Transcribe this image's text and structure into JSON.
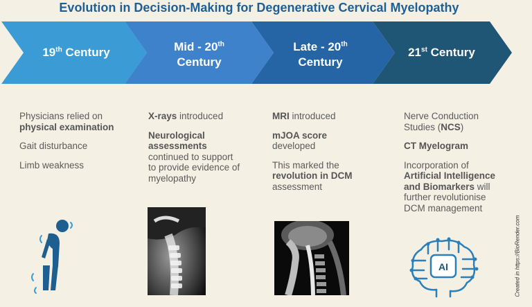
{
  "title": "Evolution in Decision-Making for Degenerative Cervical Myelopathy",
  "colors": {
    "arrow1": "#3a9bd5",
    "arrow2": "#3f82cc",
    "arrow3": "#2565a6",
    "arrow4": "#1f5675",
    "title": "#1e5f96",
    "background": "#f5f0e4"
  },
  "eras": [
    {
      "prefix": "19",
      "sup": "th",
      "suffix": " Century",
      "line2": ""
    },
    {
      "prefix": "Mid - 20",
      "sup": "th",
      "suffix": "",
      "line2": "Century"
    },
    {
      "prefix": "Late - 20",
      "sup": "th",
      "suffix": "",
      "line2": "Century"
    },
    {
      "prefix": "21",
      "sup": "st",
      "suffix": " Century",
      "line2": ""
    }
  ],
  "col1": {
    "p1_text": "Physicians relied on ",
    "p1_bold": "physical examination",
    "p2": "Gait disturbance",
    "p3": "Limb weakness"
  },
  "col2": {
    "p1_bold": "X-rays",
    "p1_text": " introduced",
    "p2_bold": "Neurological assessments",
    "p2_text": " continued to support to provide evidence of myelopathy"
  },
  "col3": {
    "p1_bold": "MRI",
    "p1_text": " introduced",
    "p2_bold": "mJOA score",
    "p2_text": " developed",
    "p3_text": "This marked the ",
    "p3_bold": "revolution in DCM",
    "p3_text2": " assessment"
  },
  "col4": {
    "p1_text": "Nerve Conduction Studies (",
    "p1_bold": "NCS",
    "p1_text2": ")",
    "p2_bold": "CT Myelogram",
    "p3_text": "Incorporation of ",
    "p3_bold": "Artificial Intelligence and Biomarkers",
    "p3_text2": " will further revolutionise DCM management"
  },
  "ai_label": "AI",
  "credit": "Created in  https://BioRender.com",
  "icons": [
    "patient-figure-icon",
    "xray-image",
    "mri-image",
    "ai-brain-icon"
  ]
}
